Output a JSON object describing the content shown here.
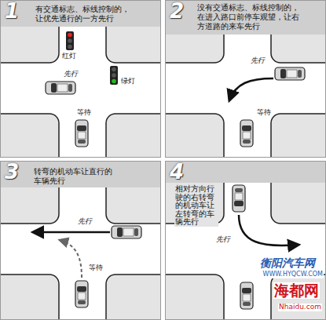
{
  "diagram": {
    "labels": [
      "1",
      "有交通标志、标线控制的，让优先通行的一方先行",
      "红灯",
      "先行",
      "绿灯",
      "等待",
      "2",
      "没有交通标志、标线控制的，在进入路口前停车观望，让右方道路的来车先行",
      "先行",
      "等待",
      "3",
      "转弯的机动车让直行的车辆先行",
      "先行",
      "等待",
      "4",
      "相对方向行驶的右转弯的机动车让左转弯的车辆先行",
      "先行",
      "衡阳汽车网",
      "WWW.HYQCW.COM",
      "海都网",
      "Nhaidu.com"
    ]
  }
}
